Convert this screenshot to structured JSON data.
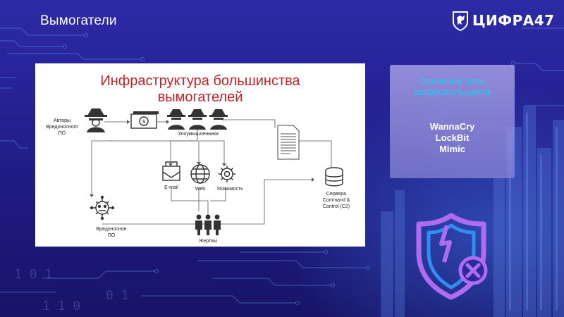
{
  "slide": {
    "title": "Вымогатели"
  },
  "brand": {
    "logo_text": "ЦИФРА47",
    "logo_icon": "lion-emblem-icon"
  },
  "diagram": {
    "title_line1": "Инфраструктура большинства",
    "title_line2": "вымогателей",
    "labels": {
      "authors": [
        "Авторы",
        "Вредоносного",
        "ПО"
      ],
      "attackers": "Злоумышленники",
      "email": "E-mail",
      "web": "Web",
      "vulnerability": "Уязвимость",
      "malware": [
        "Вредоносное",
        "ПО"
      ],
      "victims": "Жертвы",
      "servers": [
        "Сервера",
        "Command &",
        "Control (C2)"
      ]
    },
    "icons": [
      "hacker-icon",
      "money-icon",
      "document-icon",
      "database-icon",
      "envelope-icon",
      "globe-icon",
      "gear-icon",
      "virus-icon",
      "people-icon"
    ]
  },
  "info_card": {
    "heading_line1": "Основные типы",
    "heading_line2": "шифровальщиков",
    "items": [
      "WannaCry",
      "LockBit",
      "Mimic"
    ]
  },
  "colors": {
    "background": "#24208c",
    "title_red": "#c0242c",
    "heading_cyan": "#27c8f0",
    "shield_purple": "#b06cf0",
    "shield_blue": "#2f8ff0"
  }
}
